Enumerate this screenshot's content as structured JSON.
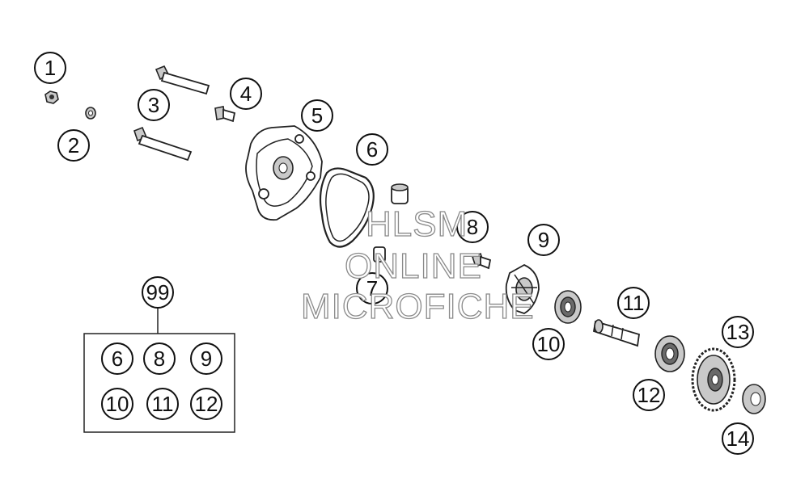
{
  "callouts": [
    {
      "label": "1"
    },
    {
      "label": "2"
    },
    {
      "label": "3"
    },
    {
      "label": "4"
    },
    {
      "label": "5"
    },
    {
      "label": "6"
    },
    {
      "label": "7"
    },
    {
      "label": "8"
    },
    {
      "label": "9"
    },
    {
      "label": "10"
    },
    {
      "label": "11"
    },
    {
      "label": "12"
    },
    {
      "label": "13"
    },
    {
      "label": "14"
    }
  ],
  "kit": {
    "label": "99",
    "items": [
      "6",
      "8",
      "9",
      "10",
      "11",
      "12"
    ]
  },
  "watermark": {
    "line1": "HLSM",
    "line2": "ONLINE",
    "line3": "MICROFICHE"
  }
}
